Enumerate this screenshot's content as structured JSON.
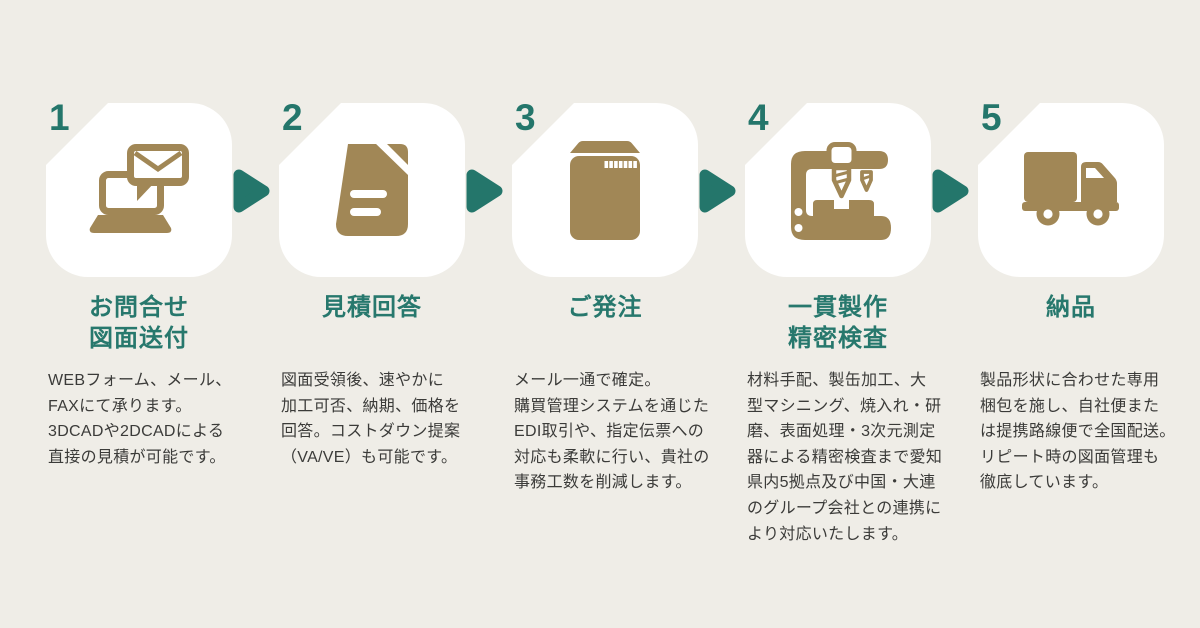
{
  "page": {
    "name": "order-process-flow",
    "colors": {
      "background": "#EFEDE7",
      "card": "#FFFFFF",
      "accent_teal": "#24766B",
      "icon_gold": "#A18756",
      "body_text": "#3B3B39"
    }
  },
  "process": {
    "steps": [
      {
        "number": "1",
        "icon": "laptop-mail-icon",
        "title": "お問合せ\n図面送付",
        "description": "WEBフォーム、メール、\nFAXにて承ります。\n3DCADや2DCADによる\n直接の見積が可能です。"
      },
      {
        "number": "2",
        "icon": "quote-document-icon",
        "title": "見積回答",
        "description": "図面受領後、速やかに\n加工可否、納期、価格を\n回答。コストダウン提案\n（VA/VE）も可能です。"
      },
      {
        "number": "3",
        "icon": "order-envelope-icon",
        "title": "ご発注",
        "description": "メール一通で確定。\n購買管理システムを通じた\nEDI取引や、指定伝票への\n対応も柔軟に行い、貴社の\n事務工数を削減します。"
      },
      {
        "number": "4",
        "icon": "machining-icon",
        "title": "一貫製作\n精密検査",
        "description": "材料手配、製缶加工、大\n型マシニング、焼入れ・研\n磨、表面処理・3次元測定\n器による精密検査まで愛知\n県内5拠点及び中国・大連\nのグループ会社との連携に\nより対応いたします。"
      },
      {
        "number": "5",
        "icon": "delivery-truck-icon",
        "title": "納品",
        "description": "製品形状に合わせた専用\n梱包を施し、自社便また\nは提携路線便で全国配送。\nリピート時の図面管理も\n徹底しています。"
      }
    ],
    "arrow": "next-step-arrow"
  }
}
